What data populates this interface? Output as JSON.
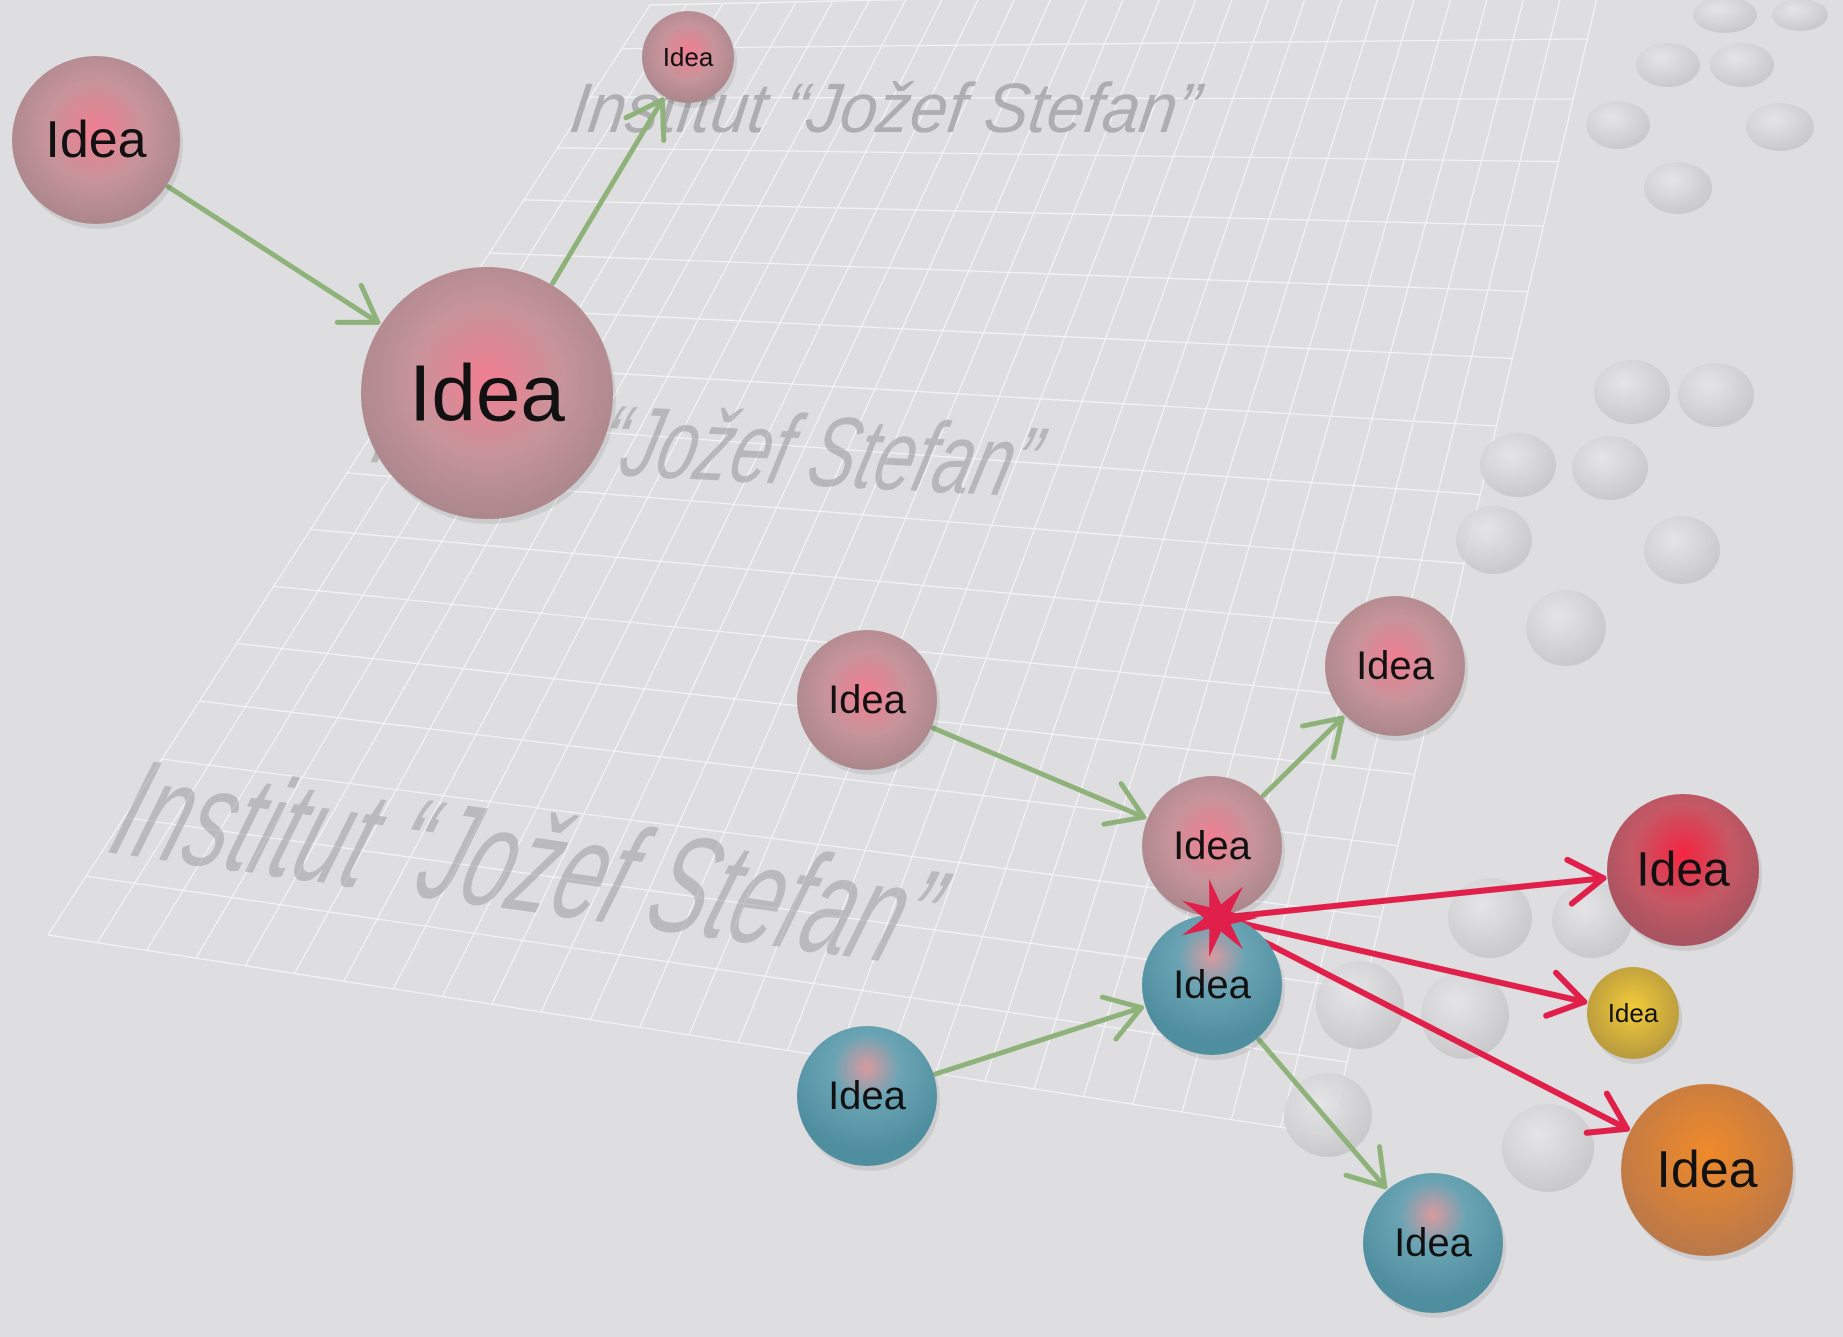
{
  "watermark_text": "Institut “Jožef Stefan”",
  "node_label": "Idea",
  "colors": {
    "background": "#dedee0",
    "grid": "#f4f4f6",
    "ghost": "#cfcfd2",
    "green_edge": "#8fb27a",
    "red_edge": "#e0204a",
    "pink_node": "#b88f94",
    "pink_glow": "#f07c90",
    "blue_node": "#5a9aac",
    "blue_glow": "#e8808e",
    "red_node": "#bc5560",
    "red_glow": "#f02a45",
    "yellow_node": "#c8a63a",
    "orange_node": "#c47a3c"
  },
  "diagram": {
    "nodes": [
      {
        "id": "a1",
        "label": "Idea",
        "style": "pink"
      },
      {
        "id": "a2",
        "label": "Idea",
        "style": "pink"
      },
      {
        "id": "a3",
        "label": "Idea",
        "style": "pink"
      },
      {
        "id": "b1",
        "label": "Idea",
        "style": "pink"
      },
      {
        "id": "b2",
        "label": "Idea",
        "style": "pink"
      },
      {
        "id": "b3",
        "label": "Idea",
        "style": "pink"
      },
      {
        "id": "c1",
        "label": "Idea",
        "style": "blue"
      },
      {
        "id": "c2",
        "label": "Idea",
        "style": "blue"
      },
      {
        "id": "c3",
        "label": "Idea",
        "style": "blue"
      },
      {
        "id": "d1",
        "label": "Idea",
        "style": "red"
      },
      {
        "id": "d2",
        "label": "Idea",
        "style": "yellow"
      },
      {
        "id": "d3",
        "label": "Idea",
        "style": "orange"
      }
    ],
    "edges": [
      {
        "from": "a1",
        "to": "a2",
        "kind": "green"
      },
      {
        "from": "a2",
        "to": "a3",
        "kind": "green"
      },
      {
        "from": "b1",
        "to": "b2",
        "kind": "green"
      },
      {
        "from": "b2",
        "to": "b3",
        "kind": "green"
      },
      {
        "from": "c1",
        "to": "c2",
        "kind": "green"
      },
      {
        "from": "c2",
        "to": "c3",
        "kind": "green"
      },
      {
        "from": "junction",
        "to": "d1",
        "kind": "red"
      },
      {
        "from": "junction",
        "to": "d2",
        "kind": "red"
      },
      {
        "from": "junction",
        "to": "d3",
        "kind": "red"
      }
    ]
  }
}
